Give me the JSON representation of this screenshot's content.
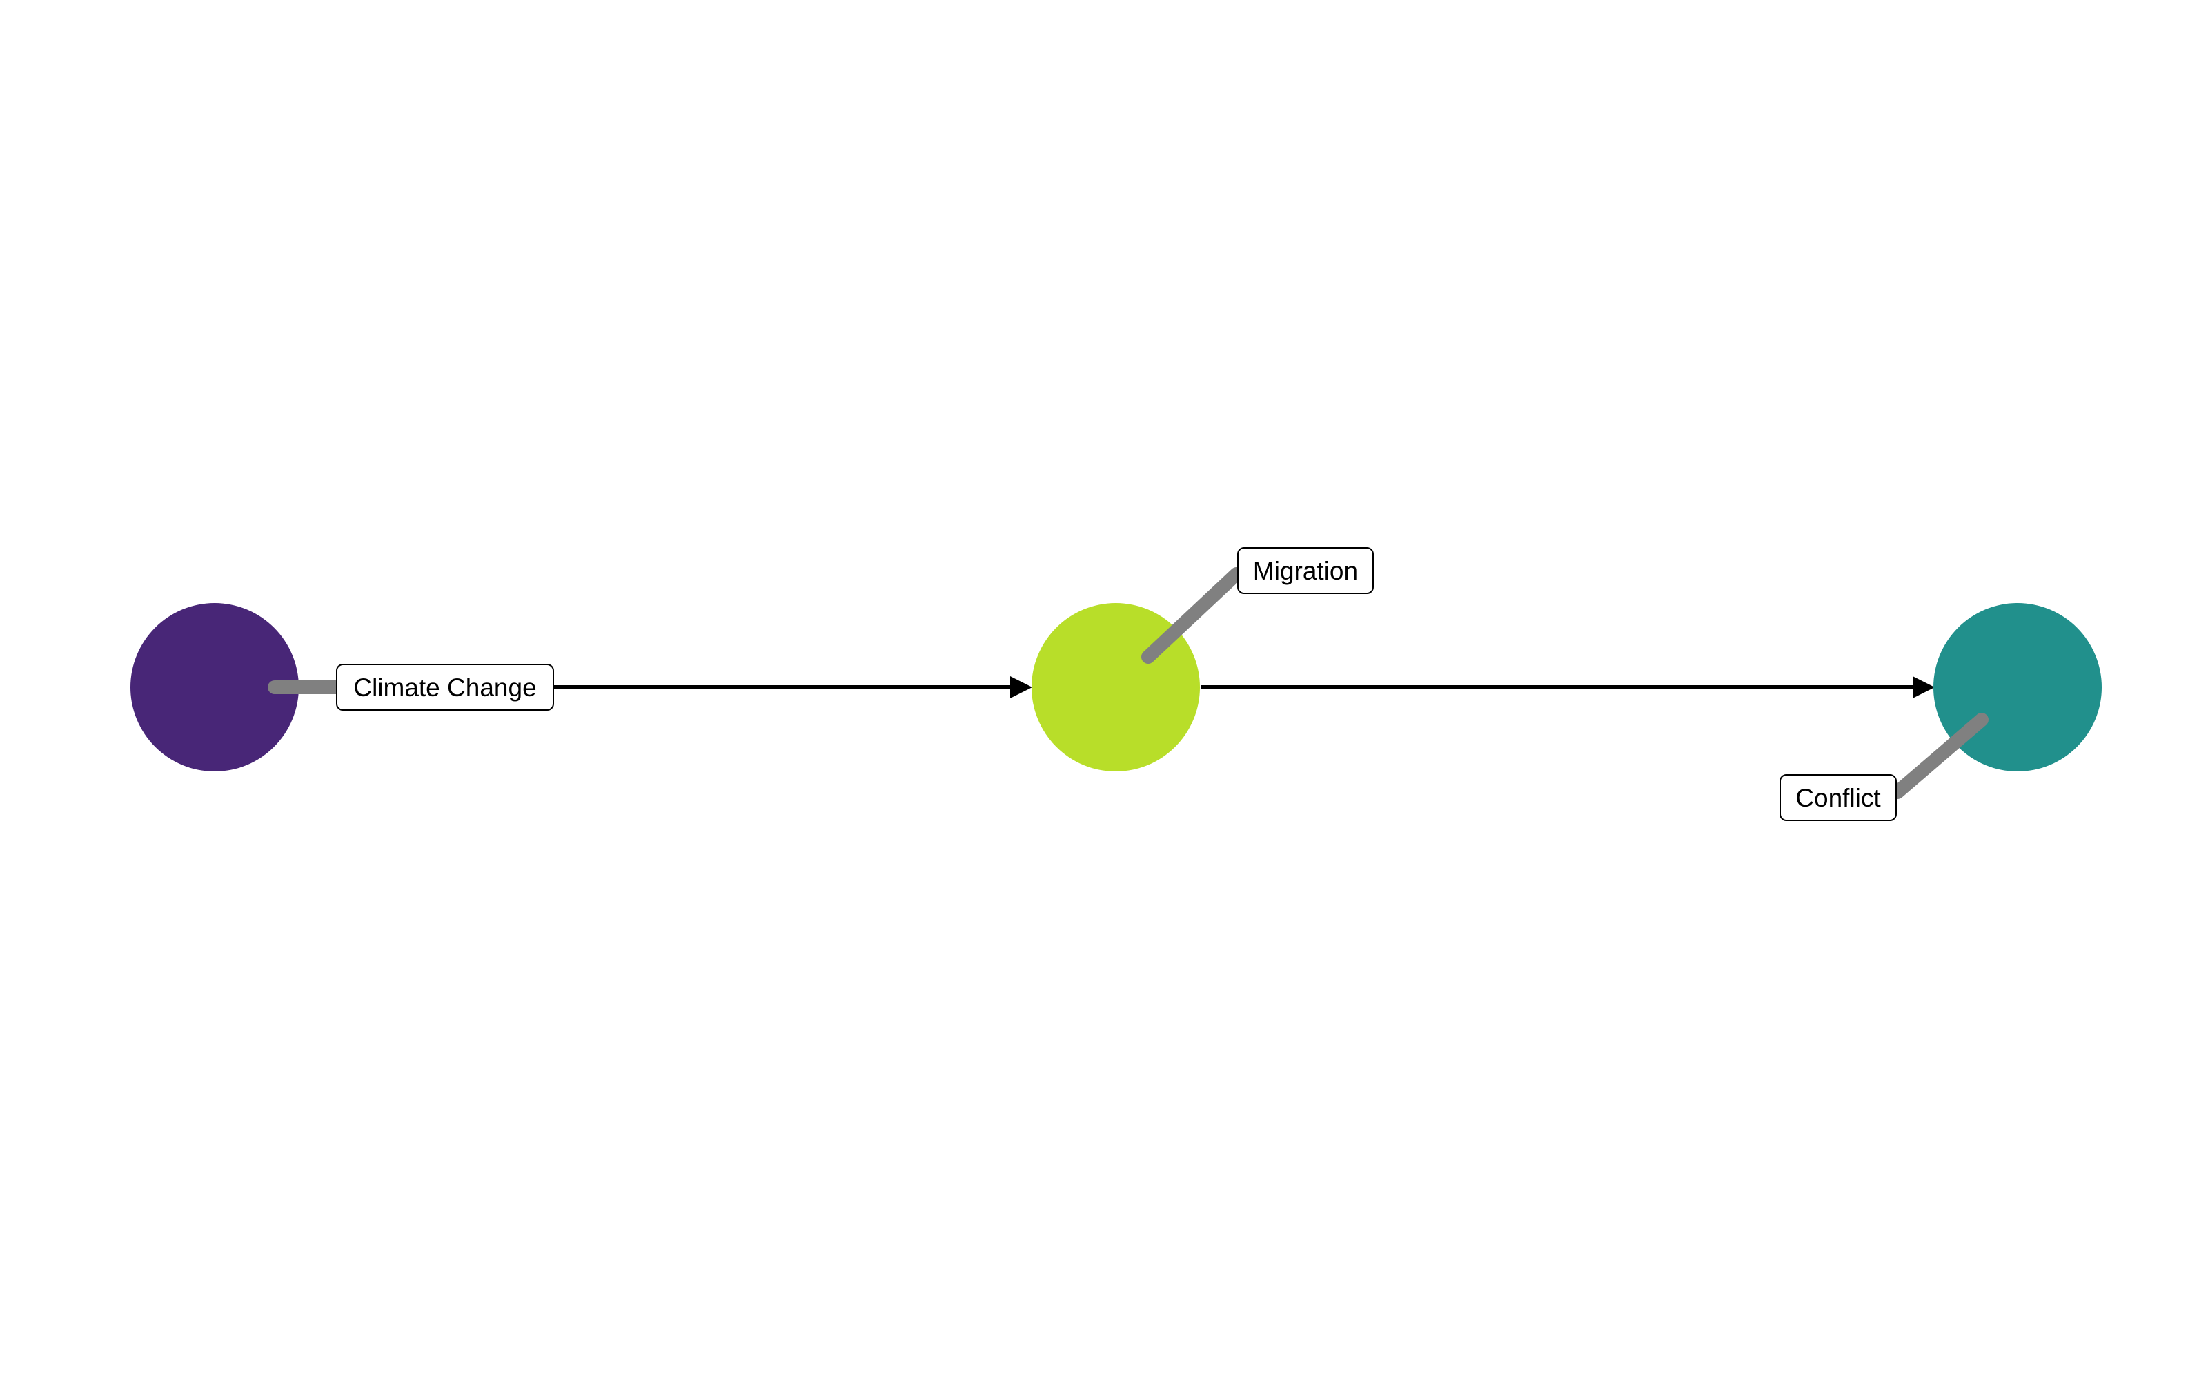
{
  "diagram": {
    "nodes": [
      {
        "id": "climate",
        "label": "Climate Change",
        "color": "#482677"
      },
      {
        "id": "migration",
        "label": "Migration",
        "color": "#B8DE29"
      },
      {
        "id": "conflict",
        "label": "Conflict",
        "color": "#21908C"
      }
    ],
    "edges": [
      {
        "from": "climate",
        "to": "migration"
      },
      {
        "from": "migration",
        "to": "conflict"
      }
    ],
    "colors": {
      "edge": "#000000",
      "leader_line": "#808080",
      "label_border": "#000000",
      "label_fill": "#ffffff"
    }
  }
}
